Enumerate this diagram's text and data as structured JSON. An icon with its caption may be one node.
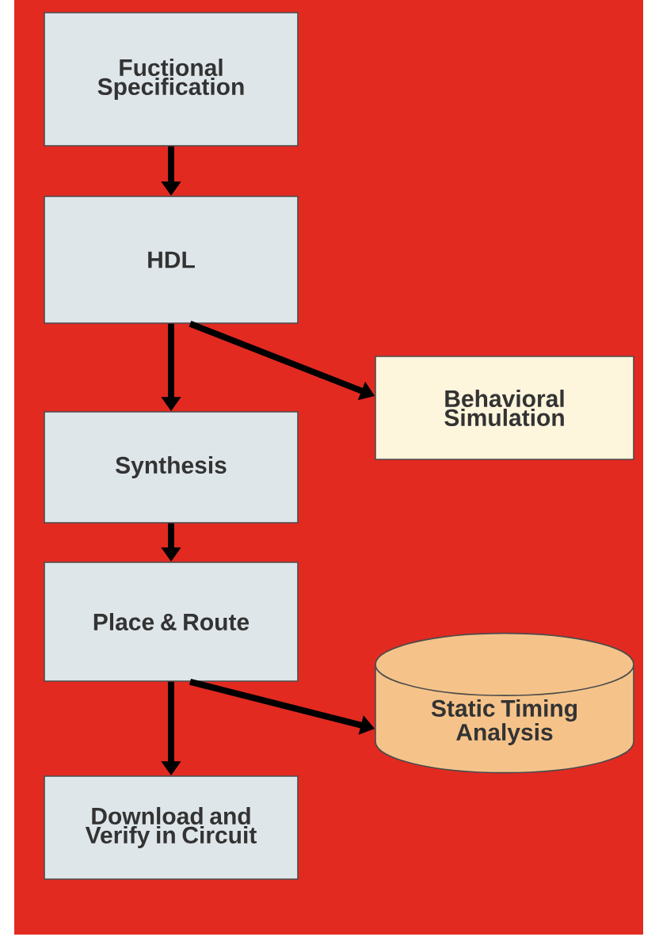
{
  "diagram": {
    "nodes": [
      {
        "text": [
          "Fuctional Specification"
        ]
      },
      {
        "text": [
          "HDL"
        ]
      },
      {
        "text": [
          "Behavioral Simulation"
        ]
      },
      {
        "text": [
          "Synthesis"
        ]
      },
      {
        "text": [
          "Place & Route"
        ]
      },
      {
        "text": [
          "Static Timing Analysis"
        ]
      },
      {
        "text": [
          "Download and Verify in Circuit"
        ]
      }
    ],
    "edges": [
      {
        "from": 0,
        "to": 1,
        "arrow": "to"
      },
      {
        "from": 1,
        "to": 3,
        "arrow": "to"
      },
      {
        "from": 1,
        "to": 2,
        "arrow": "to"
      },
      {
        "from": 3,
        "to": 4,
        "arrow": "to"
      },
      {
        "from": 4,
        "to": 6,
        "arrow": "to"
      },
      {
        "from": 4,
        "to": 5,
        "arrow": "to"
      }
    ]
  }
}
